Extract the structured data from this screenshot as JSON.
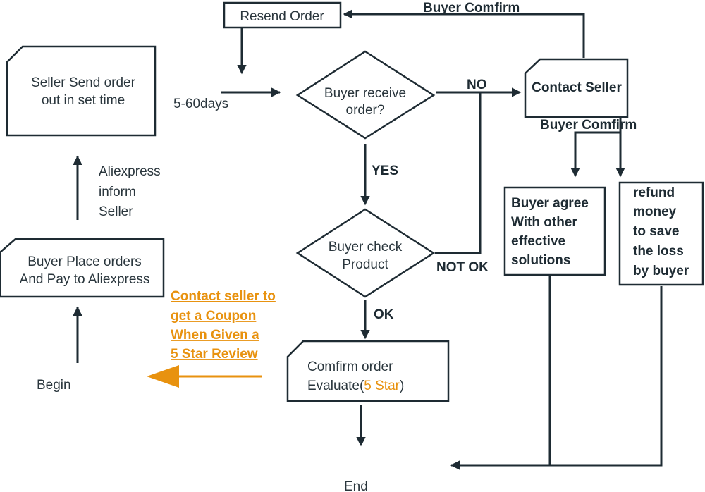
{
  "colors": {
    "ink": "#1e2b33",
    "accent": "#e8920f"
  },
  "nodes": {
    "resend_order": "Resend Order",
    "seller_send": [
      "Seller Send order",
      "out in set time"
    ],
    "buyer_receive": [
      "Buyer receive",
      "order?"
    ],
    "contact_seller": "Contact Seller",
    "buyer_place": [
      "Buyer Place orders",
      "And Pay to Aliexpress"
    ],
    "buyer_check": [
      "Buyer check",
      "Product"
    ],
    "buyer_agree": [
      "Buyer agree",
      "With other",
      "effective",
      "solutions"
    ],
    "refund": [
      "refund",
      "money",
      "to save",
      "the loss",
      "by buyer"
    ],
    "confirm_order": [
      "Comfirm order",
      "Evaluate("
    ],
    "confirm_star": "5 Star",
    "confirm_close": ")",
    "begin": "Begin",
    "end": "End"
  },
  "labels": {
    "buyer_confirm_top": "Buyer Comfirm",
    "buyer_confirm_mid": "Buyer Comfirm",
    "no": "NO",
    "yes": "YES",
    "ok": "OK",
    "not_ok": "NOT OK",
    "days": "5-60days",
    "aliexpress_inform": [
      "Aliexpress",
      "inform",
      "Seller"
    ],
    "coupon": [
      "Contact seller to",
      "get a Coupon",
      "When Given a",
      "5 Star Review"
    ]
  }
}
